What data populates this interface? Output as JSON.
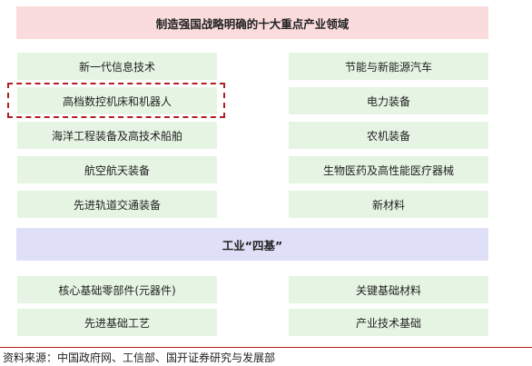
{
  "title": "制造强国战略明确的十大重点产业领域",
  "left_industries": [
    "新一代信息技术",
    "高档数控机床和机器人",
    "海洋工程装备及高技术船舶",
    "航空航天装备",
    "先进轨道交通装备"
  ],
  "right_industries": [
    "节能与新能源汽车",
    "电力装备",
    "农机装备",
    "生物医药及高性能医疗器械",
    "新材料"
  ],
  "four_bases_title": "工业“四基”",
  "four_bases": [
    "核心基础零部件(元器件)",
    "关键基础材料",
    "先进基础工艺",
    "产业技术基础"
  ],
  "highlighted_item": "高档数控机床和机器人",
  "source": "资料来源：中国政府网、工信部、国开证券研究与发展部",
  "colors": {
    "title_bg": "#fbdcdc",
    "industry_bg": "#e6f5e3",
    "bases_title_bg": "#dfe0f8",
    "highlight_border": "#b11f24",
    "footer_rule": "#b11f24"
  }
}
